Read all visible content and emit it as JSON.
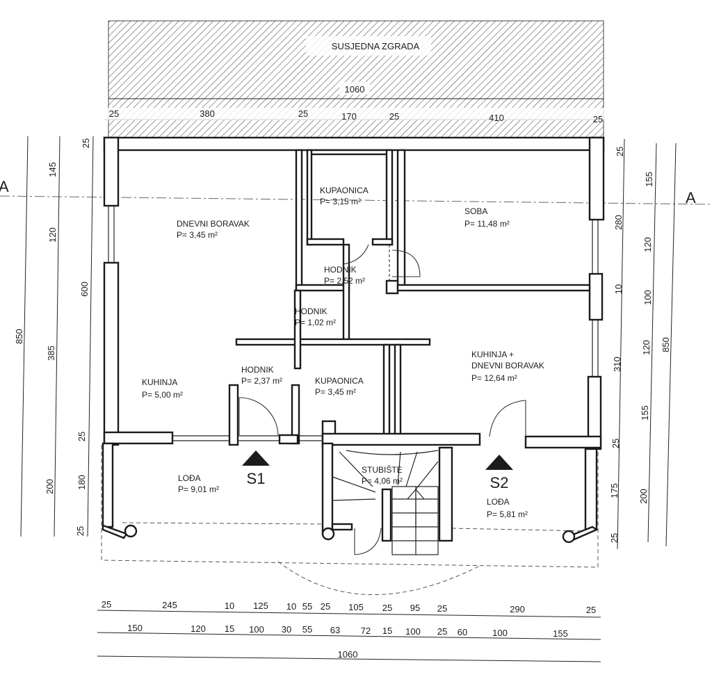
{
  "neighbor_label": "SUSJEDNA ZGRADA",
  "section_mark": "A",
  "rooms": {
    "dnevni_boravak": {
      "name": "DNEVNI BORAVAK",
      "area": "P= 3,45 m²"
    },
    "kupaonica_top": {
      "name": "KUPAONICA",
      "area": "P= 3,15 m²"
    },
    "soba": {
      "name": "SOBA",
      "area": "P= 11,48 m²"
    },
    "hodnik_1": {
      "name": "HODNIK",
      "area": "P= 2,52 m²"
    },
    "hodnik_2": {
      "name": "HODNIK",
      "area": "P= 1,02 m²"
    },
    "hodnik_3": {
      "name": "HODNIK",
      "area": "P= 2,37 m²"
    },
    "kupaonica_mid": {
      "name": "KUPAONICA",
      "area": "P= 3,45 m²"
    },
    "kuhinja": {
      "name": "KUHINJA",
      "area": "P= 5,00 m²"
    },
    "kuhinja_dnevni": {
      "name_line1": "KUHINJA +",
      "name_line2": "DNEVNI BORAVAK",
      "area": "P= 12,64 m²"
    },
    "loda_left": {
      "name": "LOĐA",
      "area": "P= 9,01 m²"
    },
    "stubiste": {
      "name": "STUBIŠTE",
      "area": "P= 4,06 m²"
    },
    "loda_right": {
      "name": "LOĐA",
      "area": "P= 5,81 m²"
    }
  },
  "entrances": {
    "s1": "S1",
    "s2": "S2"
  },
  "dimensions": {
    "top_total": "1060",
    "top": [
      "25",
      "380",
      "25",
      "170",
      "25",
      "410",
      "25"
    ],
    "left_total": "850",
    "left_outer": [
      "145",
      "120",
      "385",
      "200"
    ],
    "left_inner": [
      "25",
      "600",
      "25",
      "180",
      "25"
    ],
    "right_inner": [
      "25",
      "280",
      "10",
      "310",
      "25",
      "175",
      "25"
    ],
    "right_outer": [
      "155",
      "120",
      "100",
      "120",
      "155",
      "200"
    ],
    "right_total": "850",
    "bottom_row1": [
      "25",
      "245",
      "10",
      "125",
      "10",
      "55",
      "25",
      "105",
      "25",
      "95",
      "25",
      "290",
      "25"
    ],
    "bottom_row2": [
      "150",
      "120",
      "15",
      "100",
      "30",
      "55",
      "63",
      "72",
      "15",
      "100",
      "25",
      "60",
      "100",
      "155"
    ],
    "bottom_total": "1060"
  }
}
